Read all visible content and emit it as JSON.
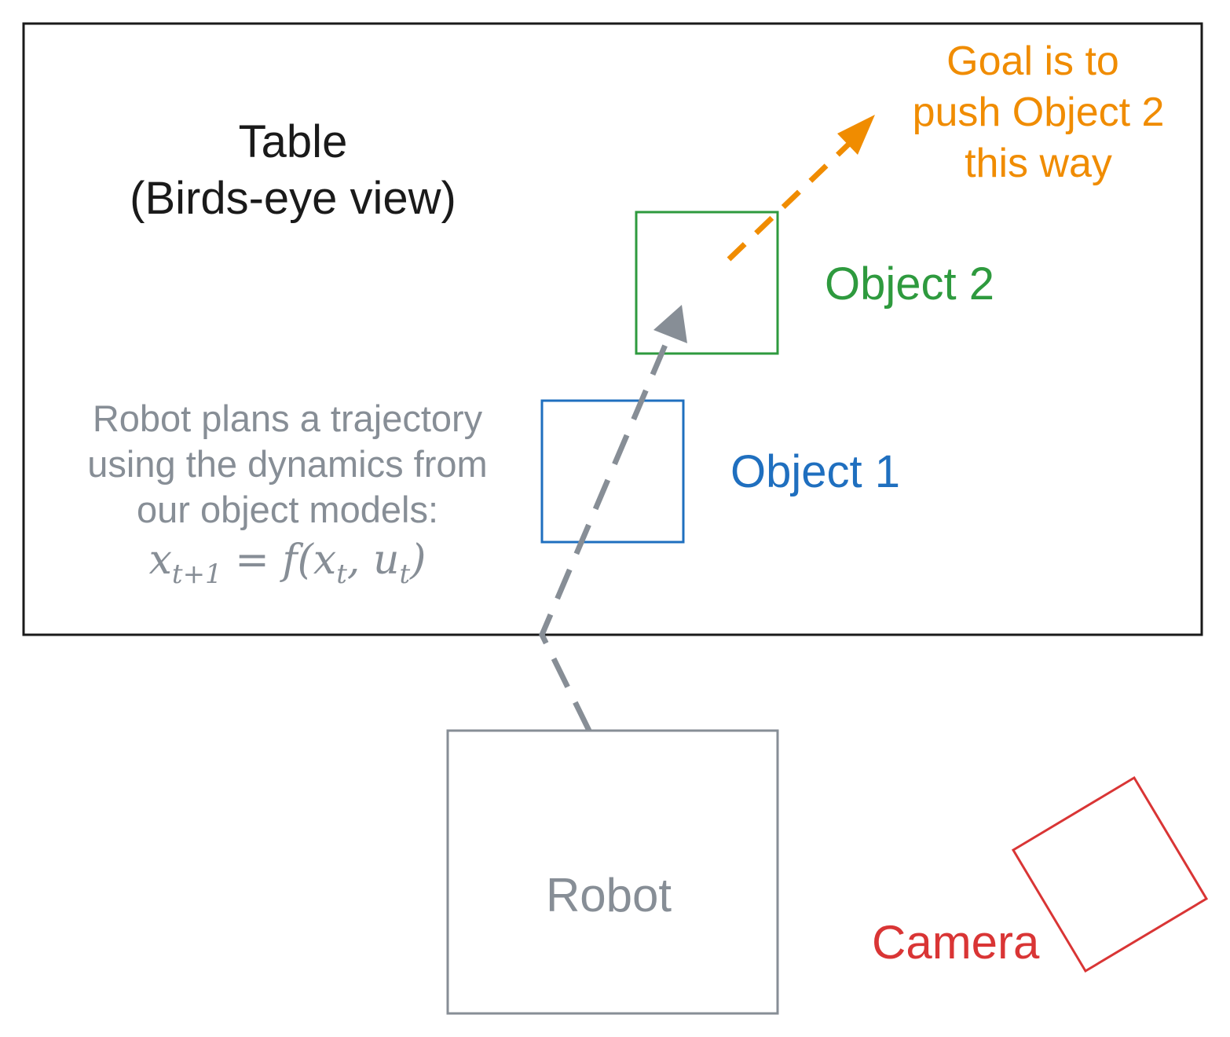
{
  "table": {
    "title": "Table",
    "subtitle": "(Birds-eye view)"
  },
  "goal": {
    "line1": "Goal is to",
    "line2": "push Object 2",
    "line3": "this way"
  },
  "object1": {
    "label": "Object 1"
  },
  "object2": {
    "label": "Object 2"
  },
  "plan": {
    "line1": "Robot plans a trajectory",
    "line2": "using the dynamics from",
    "line3": "our object models:",
    "equation": {
      "x": "x",
      "sub1": "t+1",
      "eq": " = f(",
      "x2": "x",
      "sub2": "t",
      "comma": ", ",
      "u": "u",
      "sub3": "t",
      "close": ")"
    }
  },
  "robot": {
    "label": "Robot"
  },
  "camera": {
    "label": "Camera"
  },
  "colors": {
    "table": "#1a1a1a",
    "goal": "#f08c00",
    "object1": "#1f6fbf",
    "object2": "#2e9a3e",
    "robot": "#878e96",
    "camera": "#d93535"
  }
}
